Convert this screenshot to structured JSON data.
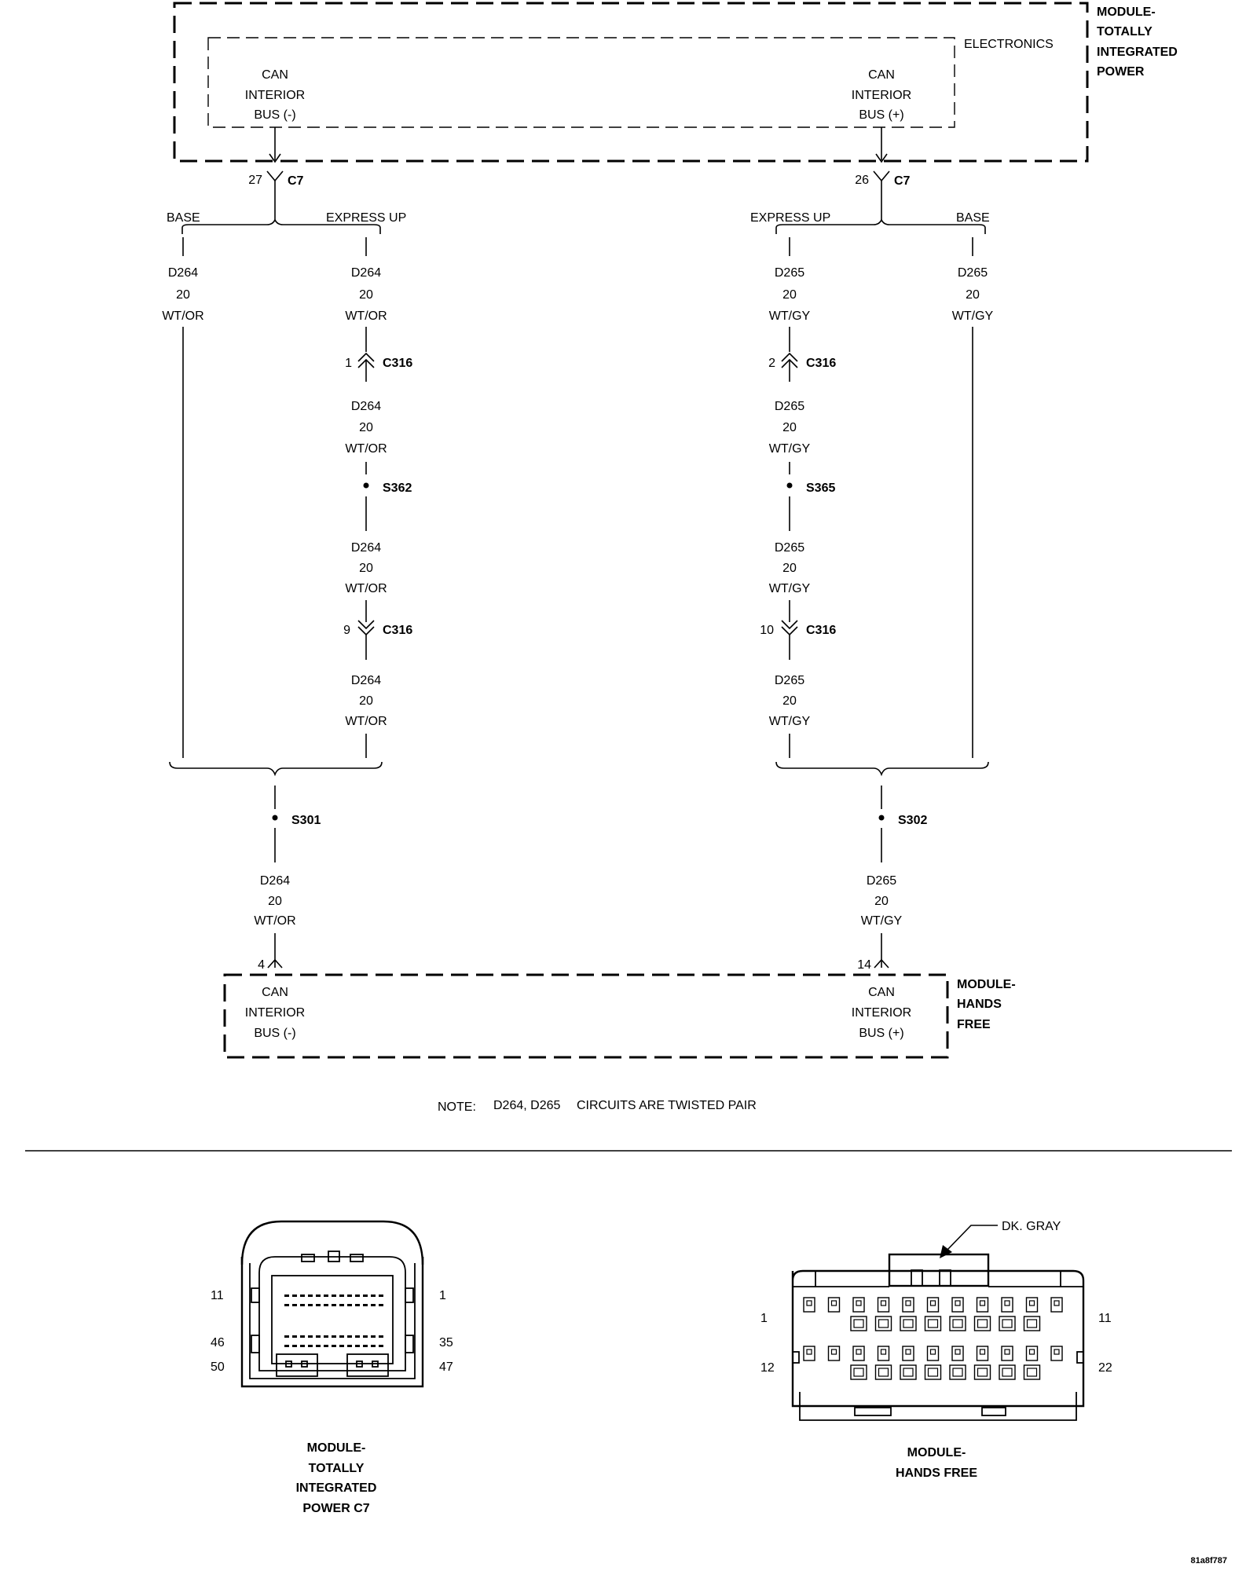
{
  "modules": {
    "tipm": {
      "title_lines": [
        "MODULE-",
        "TOTALLY",
        "INTEGRATED",
        "POWER"
      ],
      "inner_label": "ELECTRONICS",
      "left_port": [
        "CAN",
        "INTERIOR",
        "BUS (-)"
      ],
      "right_port": [
        "CAN",
        "INTERIOR",
        "BUS (+)"
      ]
    },
    "hands_free": {
      "title_lines": [
        "MODULE-",
        "HANDS",
        "FREE"
      ],
      "left_port": [
        "CAN",
        "INTERIOR",
        "BUS (-)"
      ],
      "right_port": [
        "CAN",
        "INTERIOR",
        "BUS (+)"
      ]
    }
  },
  "connectors": {
    "c7_left": {
      "pin": "27",
      "name": "C7"
    },
    "c7_right": {
      "pin": "26",
      "name": "C7"
    },
    "c316_1": {
      "pin": "1",
      "name": "C316"
    },
    "c316_2": {
      "pin": "2",
      "name": "C316"
    },
    "c316_9": {
      "pin": "9",
      "name": "C316"
    },
    "c316_10": {
      "pin": "10",
      "name": "C316"
    },
    "hf_left": {
      "pin": "4"
    },
    "hf_right": {
      "pin": "14"
    }
  },
  "splices": {
    "s362": "S362",
    "s365": "S365",
    "s301": "S301",
    "s302": "S302"
  },
  "branches": {
    "left_base": "BASE",
    "left_express": "EXPRESS UP",
    "right_express": "EXPRESS UP",
    "right_base": "BASE"
  },
  "wires": {
    "d264": {
      "circuit": "D264",
      "gauge": "20",
      "color": "WT/OR"
    },
    "d265": {
      "circuit": "D265",
      "gauge": "20",
      "color": "WT/GY"
    }
  },
  "note": {
    "prefix": "NOTE:",
    "circuits": "D264, D265",
    "text": "CIRCUITS ARE TWISTED PAIR"
  },
  "connector_views": {
    "c7": {
      "pins": {
        "top_left": "11",
        "top_right": "1",
        "mid_left": "46",
        "mid_right": "35",
        "bot_left": "50",
        "bot_right": "47"
      },
      "caption": [
        "MODULE-",
        "TOTALLY",
        "INTEGRATED",
        "POWER C7"
      ]
    },
    "hands_free": {
      "color_callout": "DK. GRAY",
      "pins": {
        "top_left": "1",
        "top_right": "11",
        "bot_left": "12",
        "bot_right": "22"
      },
      "caption": [
        "MODULE-",
        "HANDS FREE"
      ]
    }
  },
  "figure_id": "81a8f787"
}
